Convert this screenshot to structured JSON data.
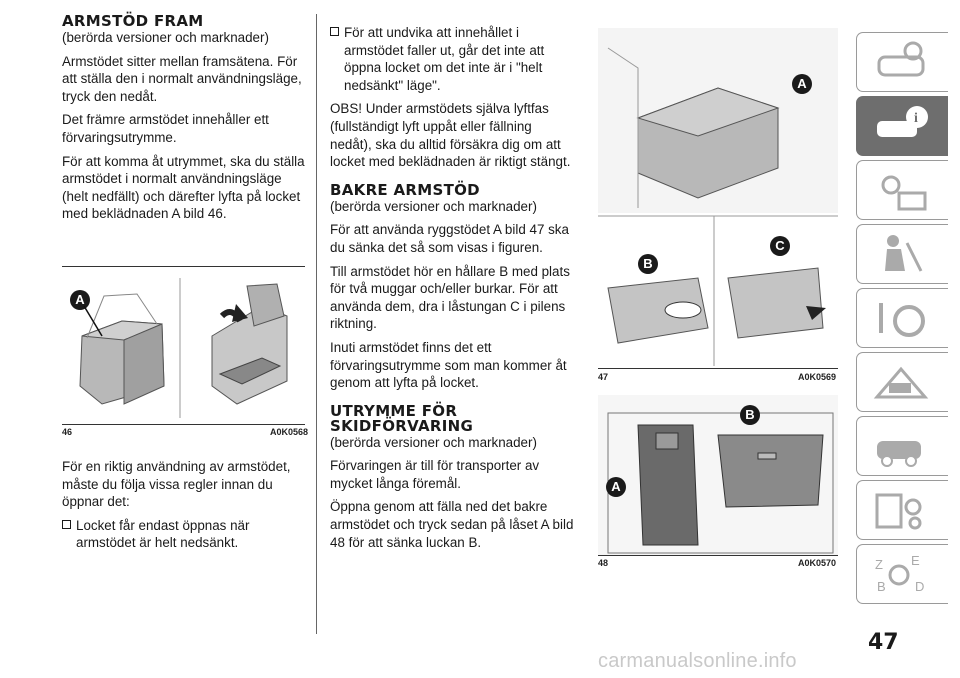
{
  "col1": {
    "heading": "ARMSTÖD FRAM",
    "subheading": "(berörda versioner och marknader)",
    "p1": "Armstödet sitter mellan framsätena. För att ställa den i normalt användningsläge, tryck den nedåt.",
    "p2": "Det främre armstödet innehåller ett förvaringsutrymme.",
    "p3": "För att komma åt utrymmet, ska du ställa armstödet i normalt användningsläge (helt nedfällt) och därefter lyfta på locket med beklädnaden A bild 46.",
    "p4": "För en riktig användning av armstödet, måste du följa vissa regler innan du öppnar det:",
    "bullet1": "Locket får endast öppnas när armstödet är helt nedsänkt."
  },
  "col2": {
    "bullet2": "För att undvika att innehållet i armstödet faller ut, går det inte att öppna locket om det inte är i \"helt nedsänkt\" läge\".",
    "p1": "OBS! Under armstödets själva lyftfas (fullständigt lyft uppåt eller fällning nedåt), ska du alltid försäkra dig om att locket med beklädnaden är riktigt stängt.",
    "heading2": "BAKRE ARMSTÖD",
    "subheading2": "(berörda versioner och marknader)",
    "p2": "För att använda ryggstödet A bild 47 ska du sänka det så som visas i figuren.",
    "p3": "Till armstödet hör en hållare B med plats för två muggar och/eller burkar. För att använda dem, dra i låstungan C i pilens riktning.",
    "p4": "Inuti armstödet finns det ett förvaringsutrymme som man kommer åt genom att lyfta på locket.",
    "heading3a": "UTRYMME FÖR",
    "heading3b": "SKIDFÖRVARING",
    "subheading3": "(berörda versioner och marknader)",
    "p5": "Förvaringen är till för transporter av mycket långa föremål.",
    "p6": "Öppna genom att fälla ned det bakre armstödet och tryck sedan på låset A bild 48 för att sänka luckan B."
  },
  "figures": {
    "fig46": {
      "number": "46",
      "code": "A0K0568",
      "labels": [
        "A"
      ]
    },
    "fig47": {
      "number": "47",
      "code": "A0K0569",
      "labels": [
        "A",
        "B",
        "C"
      ]
    },
    "fig48": {
      "number": "48",
      "code": "A0K0570",
      "labels": [
        "B",
        "A"
      ]
    }
  },
  "side_tabs": [
    {
      "icon": "car-dashboard-icon",
      "active": false
    },
    {
      "icon": "car-info-icon",
      "active": true
    },
    {
      "icon": "warning-lights-icon",
      "active": false
    },
    {
      "icon": "safety-airbag-icon",
      "active": false
    },
    {
      "icon": "steering-wheel-icon",
      "active": false
    },
    {
      "icon": "emergency-icon",
      "active": false
    },
    {
      "icon": "car-maintenance-icon",
      "active": false
    },
    {
      "icon": "technical-data-icon",
      "active": false
    },
    {
      "icon": "index-icon",
      "active": false
    }
  ],
  "page_number": "47",
  "watermark": "carmanualsonline.info"
}
